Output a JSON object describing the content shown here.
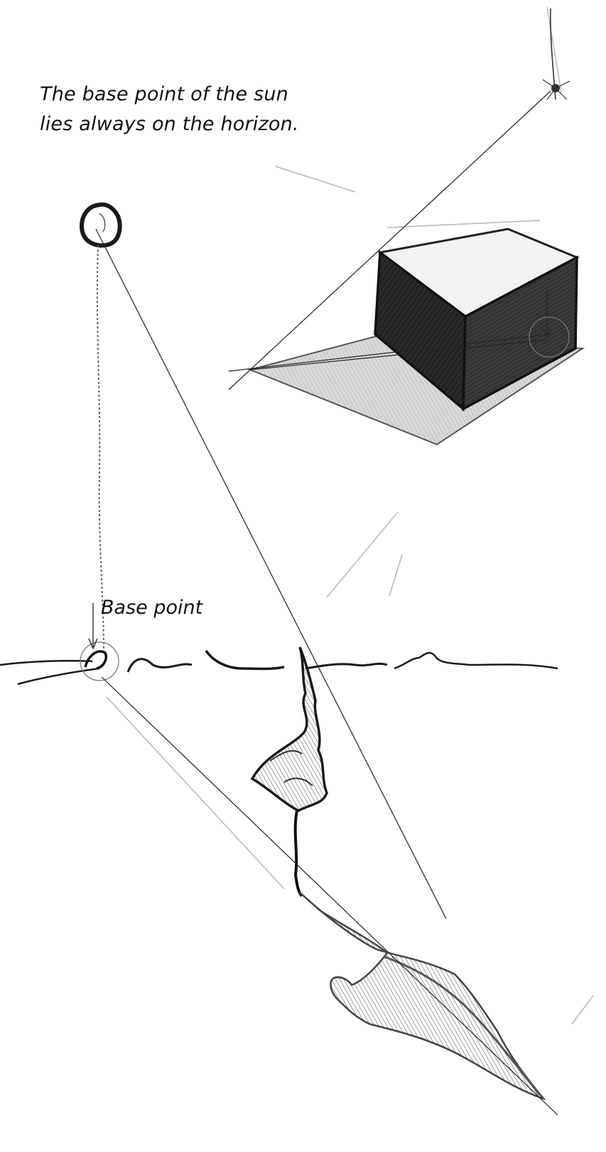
{
  "caption": {
    "line1": "The base point of the sun",
    "line2": "lies always on the horizon."
  },
  "labels": {
    "base_point": "Base point"
  },
  "colors": {
    "ink": "#111111",
    "pencil": "#2a2a2a",
    "light_pencil": "#9a9a9a",
    "cube_dark": "#1e1e1e",
    "shadow_gray": "#8c8c8c"
  }
}
